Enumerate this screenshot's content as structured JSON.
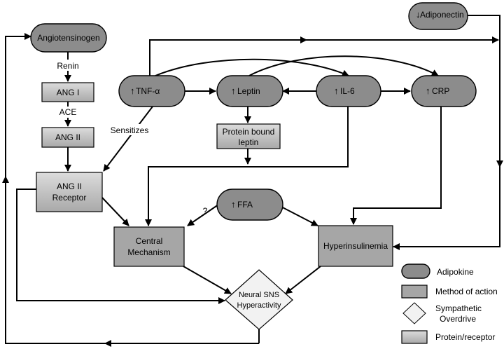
{
  "nodes": {
    "adiponectin": "Adiponectin",
    "angiotensinogen": "Angiotensinogen",
    "tnf": "TNF-α",
    "leptin": "Leptin",
    "il6": "IL-6",
    "crp": "CRP",
    "ang1": "ANG I",
    "ang2": "ANG II",
    "ang2_receptor_line1": "ANG II",
    "ang2_receptor_line2": "Receptor",
    "protein_bound_line1": "Protein bound",
    "protein_bound_line2": "leptin",
    "ffa": "FFA",
    "central_line1": "Central",
    "central_line2": "Mechanism",
    "hyperinsulinemia": "Hyperinsulinemia",
    "sns_line1": "Neural SNS",
    "sns_line2": "Hyperactivity"
  },
  "edge_labels": {
    "renin": "Renin",
    "ace": "ACE",
    "sensitizes": "Sensitizes",
    "question": "?"
  },
  "legend": {
    "adipokine": "Adipokine",
    "method": "Method of action",
    "sympathetic_line1": "Sympathetic",
    "sympathetic_line2": "Overdrive",
    "protein": "Protein/receptor"
  },
  "colors": {
    "adipokine_fill": "#8c8c8c",
    "box_fill": "#a6a6a6",
    "diamond_fill": "#f2f2f2"
  }
}
